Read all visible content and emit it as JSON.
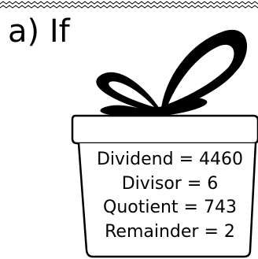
{
  "heading": "a) If",
  "gift_card": {
    "lines": [
      "Dividend = 4460",
      "Divisor = 6",
      "Quotient = 743",
      "Remainder = 2"
    ]
  },
  "colors": {
    "ink": "#000000",
    "background": "#ffffff"
  },
  "icons": [
    "zigzag-border",
    "ribbon-bow-icon",
    "gift-box"
  ]
}
